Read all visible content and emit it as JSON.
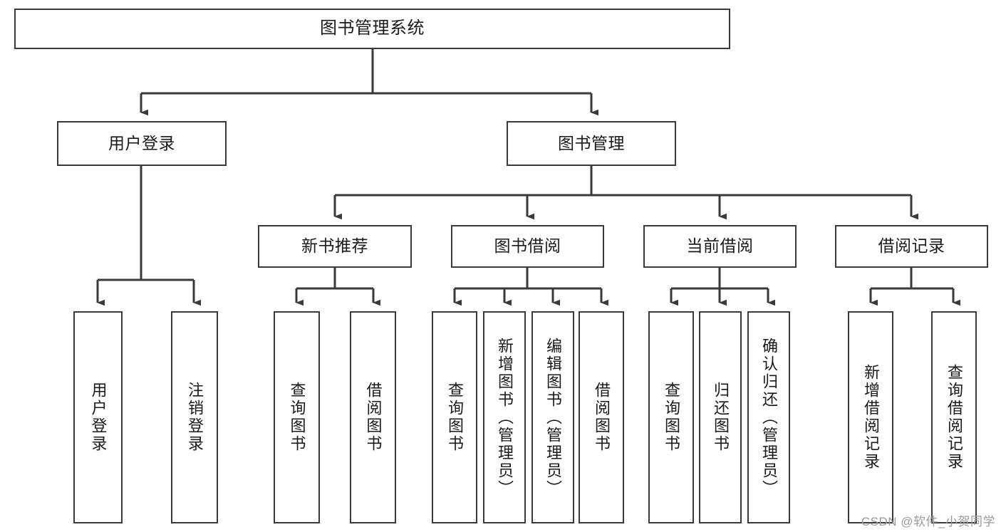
{
  "diagram": {
    "type": "tree-hierarchy",
    "title_node": {
      "id": "root",
      "label": "图书管理系统"
    },
    "level2": [
      {
        "id": "user-login",
        "label": "用户登录"
      },
      {
        "id": "book-management",
        "label": "图书管理"
      }
    ],
    "level3": [
      {
        "id": "new-book-recommend",
        "label": "新书推荐",
        "parent": "book-management"
      },
      {
        "id": "book-borrow",
        "label": "图书借阅",
        "parent": "book-management"
      },
      {
        "id": "current-borrow",
        "label": "当前借阅",
        "parent": "book-management"
      },
      {
        "id": "borrow-record",
        "label": "借阅记录",
        "parent": "book-management"
      }
    ],
    "leaves": [
      {
        "id": "leaf-user-login",
        "label": "用户登录",
        "parent": "user-login"
      },
      {
        "id": "leaf-logout-login",
        "label": "注销登录",
        "parent": "user-login"
      },
      {
        "id": "leaf-query-book-1",
        "label": "查询图书",
        "parent": "new-book-recommend"
      },
      {
        "id": "leaf-borrow-book-1",
        "label": "借阅图书",
        "parent": "new-book-recommend"
      },
      {
        "id": "leaf-query-book-2",
        "label": "查询图书",
        "parent": "book-borrow"
      },
      {
        "id": "leaf-add-book",
        "label": "新增图书（管理员）",
        "parent": "book-borrow"
      },
      {
        "id": "leaf-edit-book",
        "label": "编辑图书（管理员）",
        "parent": "book-borrow"
      },
      {
        "id": "leaf-borrow-book-2",
        "label": "借阅图书",
        "parent": "book-borrow"
      },
      {
        "id": "leaf-query-book-3",
        "label": "查询图书",
        "parent": "current-borrow"
      },
      {
        "id": "leaf-return-book",
        "label": "归还图书",
        "parent": "current-borrow"
      },
      {
        "id": "leaf-confirm-return",
        "label": "确认归还（管理员）",
        "parent": "current-borrow"
      },
      {
        "id": "leaf-add-record",
        "label": "新增借阅记录",
        "parent": "borrow-record"
      },
      {
        "id": "leaf-query-record",
        "label": "查询借阅记录",
        "parent": "borrow-record"
      }
    ],
    "colors": {
      "box_border": "#3a3a3a",
      "box_fill": "#ffffff",
      "connector": "#3a3a3a",
      "text": "#1a1a1a",
      "watermark": "#9a9a9a"
    }
  },
  "watermark": {
    "text": "CSDN @软件_小贺同学"
  }
}
